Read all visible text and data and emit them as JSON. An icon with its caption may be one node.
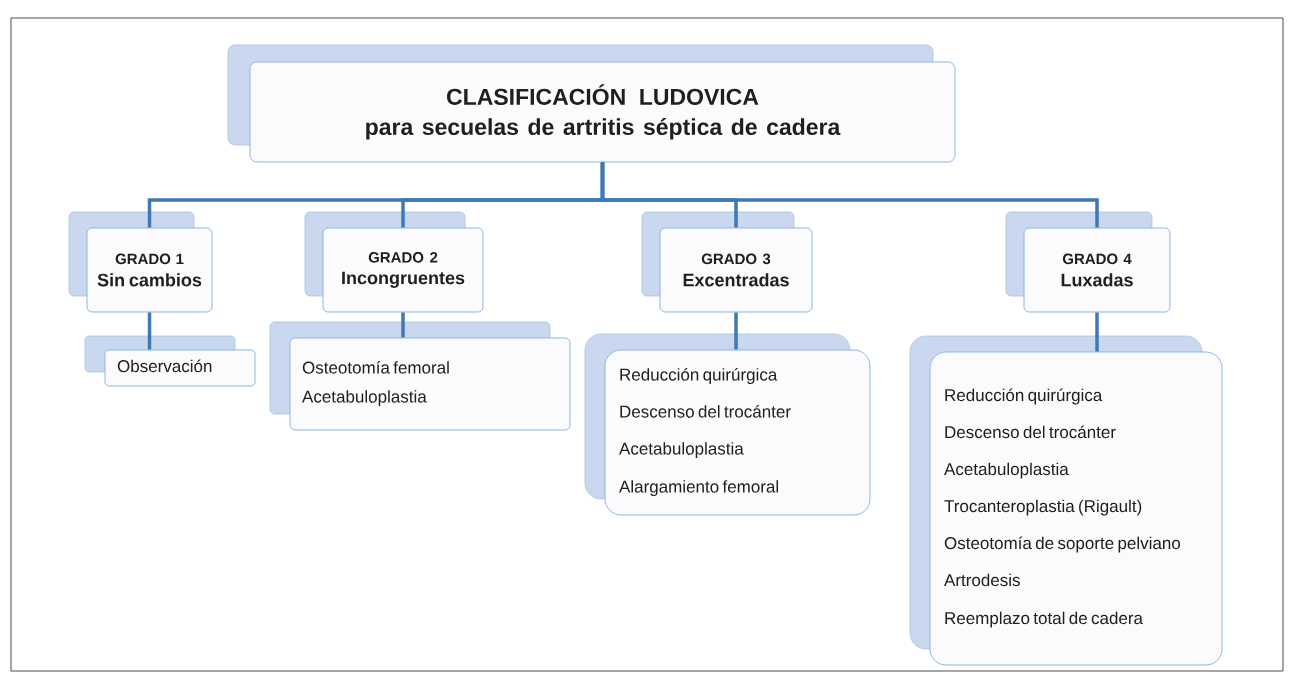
{
  "diagram": {
    "nodes": [
      {
        "text": [
          "CLASIFICACIÓN LUDOVICA",
          "para secuelas de artritis séptica de cadera"
        ]
      },
      {
        "text": [
          "GRADO 1",
          "Sin cambios"
        ]
      },
      {
        "text": [
          "GRADO 2",
          "Incongruentes"
        ]
      },
      {
        "text": [
          "GRADO 3",
          "Excentradas"
        ]
      },
      {
        "text": [
          "GRADO 4",
          "Luxadas"
        ]
      },
      {
        "text": [
          "Observación"
        ]
      },
      {
        "text": [
          "Osteotomía femoral",
          "Acetabuloplastia"
        ]
      },
      {
        "text": [
          "Reducción quirúrgica",
          "Descenso del trocánter",
          "Acetabuloplastia",
          "Alargamiento femoral"
        ]
      },
      {
        "text": [
          "Reducción quirúrgica",
          "Descenso del trocánter",
          "Acetabuloplastia",
          "Trocanteroplastia (Rigault)",
          "Osteotomía de soporte pelviano",
          "Artrodesis",
          "Reemplazo total de cadera"
        ]
      }
    ],
    "edges": [
      {
        "from": 0,
        "to": 1,
        "arrow": "none"
      },
      {
        "from": 0,
        "to": 2,
        "arrow": "none"
      },
      {
        "from": 0,
        "to": 3,
        "arrow": "none"
      },
      {
        "from": 0,
        "to": 4,
        "arrow": "none"
      },
      {
        "from": 1,
        "to": 5,
        "arrow": "none"
      },
      {
        "from": 2,
        "to": 6,
        "arrow": "none"
      },
      {
        "from": 3,
        "to": 7,
        "arrow": "none"
      },
      {
        "from": 4,
        "to": 8,
        "arrow": "none"
      }
    ]
  }
}
